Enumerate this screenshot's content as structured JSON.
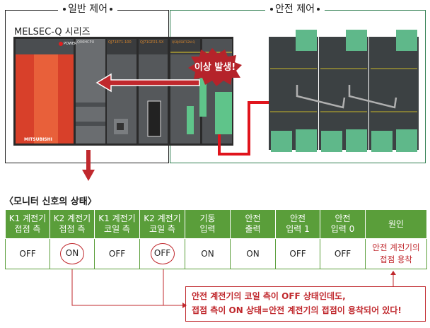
{
  "sections": {
    "general_control": "일반 제어",
    "safety_control": "안전 제어"
  },
  "plc": {
    "series_label": "MELSEC-Q 시리즈",
    "alert": "이상 발생!",
    "power_label": "POWER",
    "brand": "MITSUBISHI",
    "modules": [
      "Q06HCPU",
      "QJ71E71-100",
      "QJ71GP21-SX",
      "QS0J65BTS2N-Q"
    ]
  },
  "monitor": {
    "title": "〈모니터 신호의 상태〉",
    "headers": [
      [
        "K1 계전기",
        "접점 측"
      ],
      [
        "K2 계전기",
        "접점 측"
      ],
      [
        "K1 계전기",
        "코일 측"
      ],
      [
        "K2 계전기",
        "코일 측"
      ],
      [
        "기동",
        "입력"
      ],
      [
        "안전",
        "출력"
      ],
      [
        "안전",
        "입력 1"
      ],
      [
        "안전",
        "입력 0"
      ],
      [
        "원인",
        ""
      ]
    ],
    "values": [
      "OFF",
      "ON",
      "OFF",
      "OFF",
      "ON",
      "ON",
      "OFF",
      "OFF"
    ],
    "circled": [
      1,
      3
    ],
    "cause": [
      "안전 계전기의",
      "접점 용착"
    ]
  },
  "callout": {
    "line1": "안전 계전기의 코일 측이 OFF 상태인데도,",
    "line2": "접점 측이 ON 상태=안전 계전기의 접점이 용착되어 있다!"
  },
  "colors": {
    "header_green": "#5a9e3a",
    "alert_red": "#c0282d",
    "safety_border": "#2e7d4f"
  }
}
